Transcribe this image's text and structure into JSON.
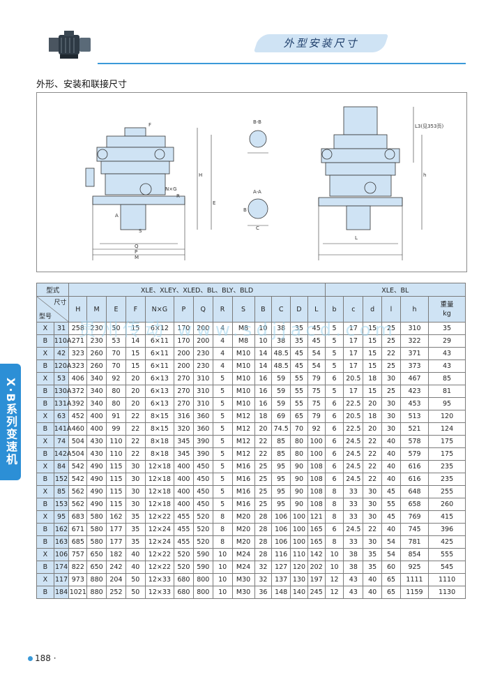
{
  "header": {
    "title": "外型安装尺寸"
  },
  "section_title": "外形、安装和联接尺寸",
  "side_tab": "X·B系列变速机",
  "watermark": "贵州传动 www.sdjjacd.com",
  "page_number": "188",
  "drawing": {
    "label_bb": "B-B",
    "label_aa": "A-A",
    "label_l3": "L3(见353页)",
    "label_nxg": "N×G",
    "dim_letters": [
      "F",
      "H",
      "E",
      "A",
      "S",
      "R",
      "P",
      "Q",
      "M",
      "C",
      "L",
      "h",
      "B"
    ]
  },
  "table": {
    "group1": "XLE、XLEY、XLED、BL、BLY、BLD",
    "group2": "XLE、BL",
    "corner_top": "型式",
    "corner_size": "尺寸",
    "corner_model": "型号",
    "columns": [
      "H",
      "M",
      "E",
      "F",
      "N×G",
      "P",
      "Q",
      "R",
      "S",
      "B",
      "C",
      "D",
      "L",
      "b",
      "c",
      "d",
      "l",
      "h",
      "重量\nkg"
    ],
    "rows": [
      [
        "X",
        "31",
        "258",
        "230",
        "50",
        "15",
        "6×12",
        "170",
        "200",
        "4",
        "M8",
        "10",
        "38",
        "35",
        "45",
        "5",
        "17",
        "15",
        "25",
        "310",
        "35"
      ],
      [
        "B",
        "110A",
        "271",
        "230",
        "53",
        "14",
        "6×11",
        "170",
        "200",
        "4",
        "M8",
        "10",
        "38",
        "35",
        "45",
        "5",
        "17",
        "15",
        "25",
        "322",
        "29"
      ],
      [
        "X",
        "42",
        "323",
        "260",
        "70",
        "15",
        "6×11",
        "200",
        "230",
        "4",
        "M10",
        "14",
        "48.5",
        "45",
        "54",
        "5",
        "17",
        "15",
        "22",
        "371",
        "43"
      ],
      [
        "B",
        "120A",
        "323",
        "260",
        "70",
        "15",
        "6×11",
        "200",
        "230",
        "4",
        "M10",
        "14",
        "48.5",
        "45",
        "54",
        "5",
        "17",
        "15",
        "25",
        "373",
        "43"
      ],
      [
        "X",
        "53",
        "406",
        "340",
        "92",
        "20",
        "6×13",
        "270",
        "310",
        "5",
        "M10",
        "16",
        "59",
        "55",
        "79",
        "6",
        "20.5",
        "18",
        "30",
        "467",
        "85"
      ],
      [
        "B",
        "130A",
        "372",
        "340",
        "80",
        "20",
        "6×13",
        "270",
        "310",
        "5",
        "M10",
        "16",
        "59",
        "55",
        "75",
        "5",
        "17",
        "15",
        "25",
        "423",
        "81"
      ],
      [
        "B",
        "131A",
        "392",
        "340",
        "80",
        "20",
        "6×13",
        "270",
        "310",
        "5",
        "M10",
        "16",
        "59",
        "55",
        "75",
        "6",
        "22.5",
        "20",
        "30",
        "453",
        "95"
      ],
      [
        "X",
        "63",
        "452",
        "400",
        "91",
        "22",
        "8×15",
        "316",
        "360",
        "5",
        "M12",
        "18",
        "69",
        "65",
        "79",
        "6",
        "20.5",
        "18",
        "30",
        "513",
        "120"
      ],
      [
        "B",
        "141A",
        "460",
        "400",
        "99",
        "22",
        "8×15",
        "320",
        "360",
        "5",
        "M12",
        "20",
        "74.5",
        "70",
        "92",
        "6",
        "22.5",
        "20",
        "30",
        "521",
        "124"
      ],
      [
        "X",
        "74",
        "504",
        "430",
        "110",
        "22",
        "8×18",
        "345",
        "390",
        "5",
        "M12",
        "22",
        "85",
        "80",
        "100",
        "6",
        "24.5",
        "22",
        "40",
        "578",
        "175"
      ],
      [
        "B",
        "142A",
        "504",
        "430",
        "110",
        "22",
        "8×18",
        "345",
        "390",
        "5",
        "M12",
        "22",
        "85",
        "80",
        "100",
        "6",
        "24.5",
        "22",
        "40",
        "579",
        "175"
      ],
      [
        "X",
        "84",
        "542",
        "490",
        "115",
        "30",
        "12×18",
        "400",
        "450",
        "5",
        "M16",
        "25",
        "95",
        "90",
        "108",
        "6",
        "24.5",
        "22",
        "40",
        "616",
        "235"
      ],
      [
        "B",
        "152",
        "542",
        "490",
        "115",
        "30",
        "12×18",
        "400",
        "450",
        "5",
        "M16",
        "25",
        "95",
        "90",
        "108",
        "6",
        "24.5",
        "22",
        "40",
        "616",
        "235"
      ],
      [
        "X",
        "85",
        "562",
        "490",
        "115",
        "30",
        "12×18",
        "400",
        "450",
        "5",
        "M16",
        "25",
        "95",
        "90",
        "108",
        "8",
        "33",
        "30",
        "45",
        "648",
        "255"
      ],
      [
        "B",
        "153",
        "562",
        "490",
        "115",
        "30",
        "12×18",
        "400",
        "450",
        "5",
        "M16",
        "25",
        "95",
        "90",
        "108",
        "8",
        "33",
        "30",
        "55",
        "658",
        "260"
      ],
      [
        "X",
        "95",
        "683",
        "580",
        "162",
        "35",
        "12×22",
        "455",
        "520",
        "8",
        "M20",
        "28",
        "106",
        "100",
        "121",
        "8",
        "33",
        "30",
        "45",
        "769",
        "415"
      ],
      [
        "B",
        "162",
        "671",
        "580",
        "177",
        "35",
        "12×24",
        "455",
        "520",
        "8",
        "M20",
        "28",
        "106",
        "100",
        "165",
        "6",
        "24.5",
        "22",
        "40",
        "745",
        "396"
      ],
      [
        "B",
        "163",
        "685",
        "580",
        "177",
        "35",
        "12×24",
        "455",
        "520",
        "8",
        "M20",
        "28",
        "106",
        "100",
        "165",
        "8",
        "33",
        "30",
        "54",
        "781",
        "425"
      ],
      [
        "X",
        "106",
        "757",
        "650",
        "182",
        "40",
        "12×22",
        "520",
        "590",
        "10",
        "M24",
        "28",
        "116",
        "110",
        "142",
        "10",
        "38",
        "35",
        "54",
        "854",
        "555"
      ],
      [
        "B",
        "174",
        "822",
        "650",
        "242",
        "40",
        "12×22",
        "520",
        "590",
        "10",
        "M24",
        "32",
        "127",
        "120",
        "202",
        "10",
        "38",
        "35",
        "60",
        "925",
        "545"
      ],
      [
        "X",
        "117",
        "973",
        "880",
        "204",
        "50",
        "12×33",
        "680",
        "800",
        "10",
        "M30",
        "32",
        "137",
        "130",
        "197",
        "12",
        "43",
        "40",
        "65",
        "1111",
        "1110"
      ],
      [
        "B",
        "184",
        "1021",
        "880",
        "252",
        "50",
        "12×33",
        "680",
        "800",
        "10",
        "M30",
        "36",
        "148",
        "140",
        "245",
        "12",
        "43",
        "40",
        "65",
        "1159",
        "1130"
      ]
    ]
  },
  "colors": {
    "accent": "#3a99d8",
    "header_fill": "#cfe3f4",
    "side_tab": "#2c8fd6"
  }
}
